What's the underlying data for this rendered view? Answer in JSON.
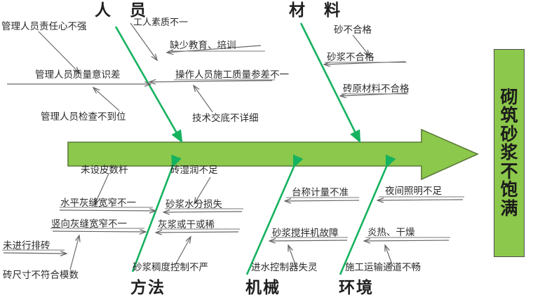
{
  "diagram": {
    "title_text": "砌筑砂浆不饱满",
    "type": "fishbone",
    "colors": {
      "spine_fill": "#8CC84B",
      "spine_stroke": "#5C7A3A",
      "bone_green": "#15B25F",
      "arrow_gray": "#666666",
      "text": "#2b2b2b",
      "effect_fill": "#8CC84B",
      "effect_stroke": "#4f4f4f"
    }
  },
  "effect": {
    "name": "砌筑砂浆不饱满",
    "chars": [
      "砌",
      "筑",
      "砂",
      "浆",
      "不",
      "饱",
      "满"
    ]
  },
  "categories": [
    {
      "id": "personnel",
      "label": "人　员",
      "position": "top-left"
    },
    {
      "id": "material",
      "label": "材　料",
      "position": "top-right"
    },
    {
      "id": "method",
      "label": "方法",
      "position": "bottom-left"
    },
    {
      "id": "machinery",
      "label": "机械",
      "position": "bottom-mid"
    },
    {
      "id": "environment",
      "label": "环境",
      "position": "bottom-right"
    }
  ],
  "causes": {
    "personnel": [
      {
        "label": "工人素质不一",
        "kind": "sub"
      },
      {
        "label": "缺少教育、培训",
        "kind": "cause"
      },
      {
        "label": "管理人员责任心不强",
        "kind": "sub"
      },
      {
        "label": "管理人员质量意识差",
        "kind": "cause"
      },
      {
        "label": "操作人员施工质量参差不一",
        "kind": "cause"
      },
      {
        "label": "管理人员检查不到位",
        "kind": "sub"
      },
      {
        "label": "技术交底不详细",
        "kind": "sub"
      }
    ],
    "material": [
      {
        "label": "砂不合格",
        "kind": "sub"
      },
      {
        "label": "砂浆不合格",
        "kind": "cause"
      },
      {
        "label": "砖原材料不合格",
        "kind": "cause"
      }
    ],
    "method": [
      {
        "label": "未设皮数杆",
        "kind": "sub"
      },
      {
        "label": "水平灰缝宽窄不一",
        "kind": "cause"
      },
      {
        "label": "竖向灰缝宽窄不一",
        "kind": "cause"
      },
      {
        "label": "未进行排砖",
        "kind": "cause"
      },
      {
        "label": "砖尺寸不符合模数",
        "kind": "sub"
      }
    ],
    "method_right": [
      {
        "label": "砖湿润不足",
        "kind": "sub"
      },
      {
        "label": "砂浆水分损失",
        "kind": "cause"
      },
      {
        "label": "灰浆或干或稀",
        "kind": "cause"
      },
      {
        "label": "砂浆稠度控制不严",
        "kind": "sub"
      }
    ],
    "machinery": [
      {
        "label": "台称计量不准",
        "kind": "cause"
      },
      {
        "label": "砂浆搅拌机故障",
        "kind": "cause"
      },
      {
        "label": "进水控制器失灵",
        "kind": "sub"
      }
    ],
    "environment": [
      {
        "label": "夜间照明不足",
        "kind": "cause"
      },
      {
        "label": "炎热、干燥",
        "kind": "cause"
      },
      {
        "label": "施工运输通道不畅",
        "kind": "sub"
      }
    ]
  }
}
